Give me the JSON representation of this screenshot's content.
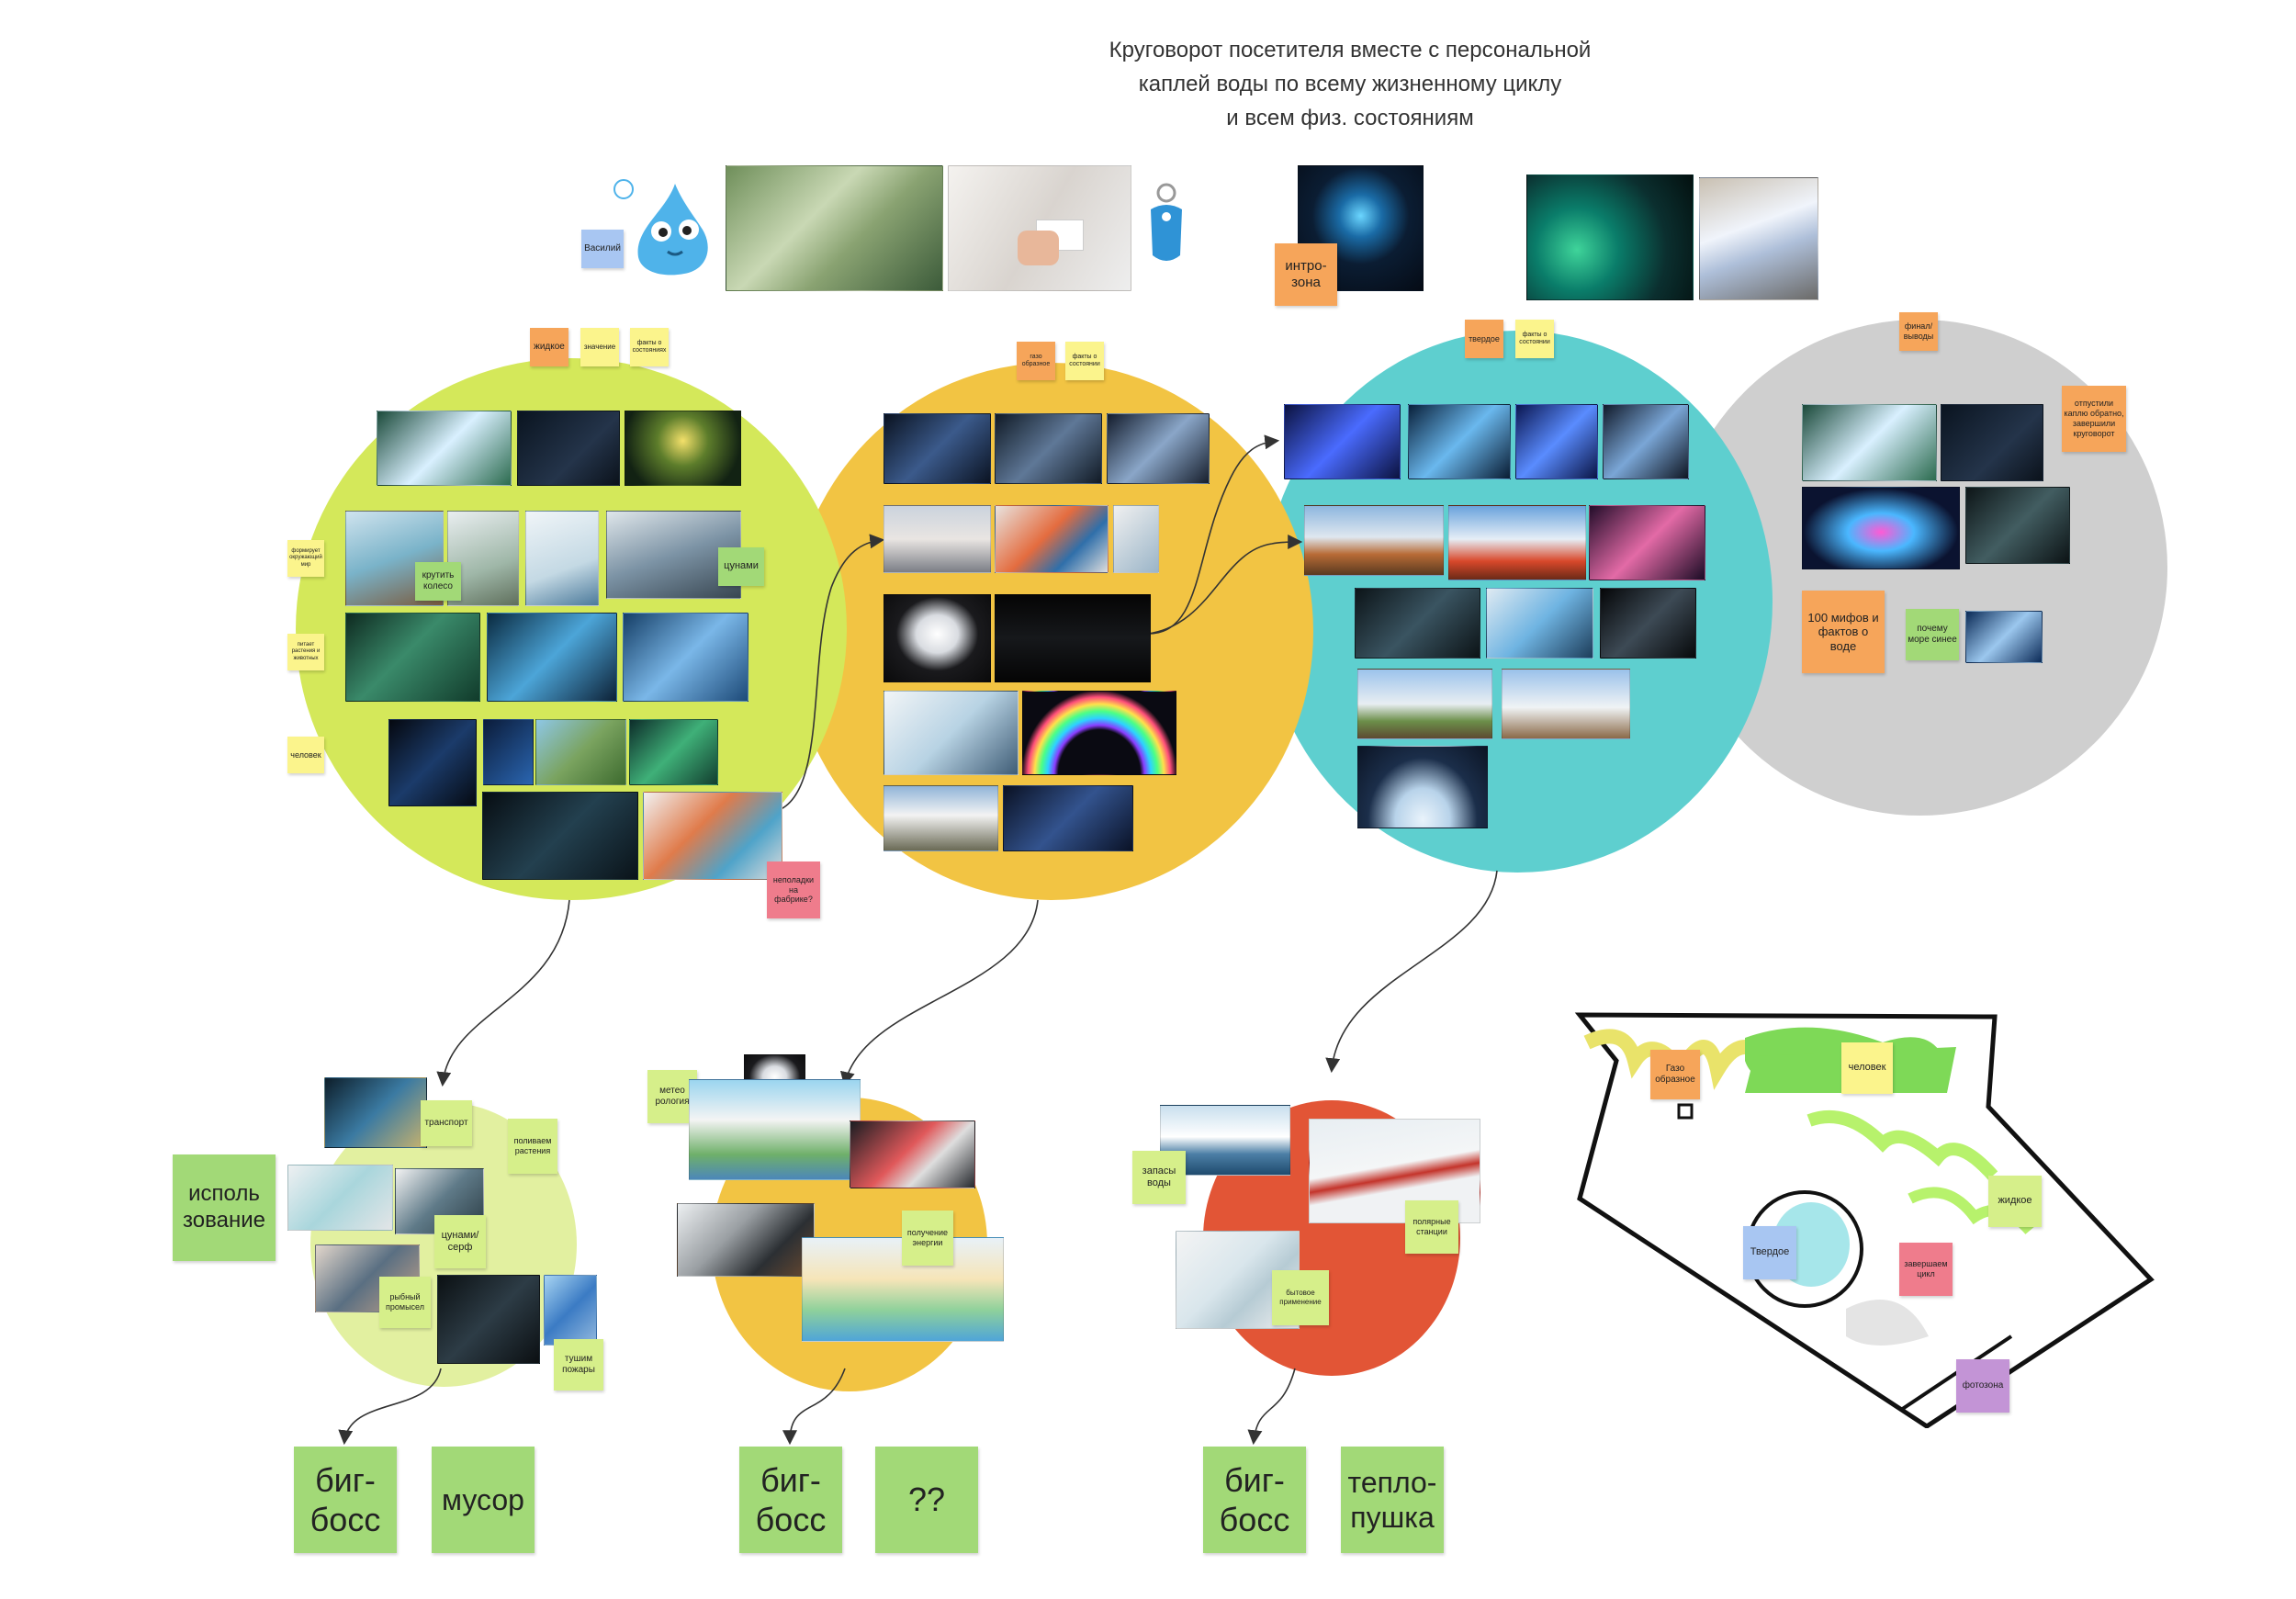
{
  "title_lines": [
    "Круговорот посетителя вместе с персональной",
    "каплей воды по всему жизненному циклу",
    "и всем физ. состояниям"
  ],
  "top_row": {
    "vasily": "Василий",
    "intro": "интро-\nзона"
  },
  "stage_liquid": {
    "tags": [
      "жидкое",
      "значение",
      "факты о состояниях"
    ],
    "side_notes": [
      "формирует окружающий мир",
      "питает растения и животных",
      "человек"
    ],
    "wheel": "крутить колесо",
    "tsunami": "цунами",
    "factory": "неполадки на фабрике?"
  },
  "stage_gas": {
    "tags": [
      "газо образное",
      "факты о состоянии"
    ]
  },
  "stage_solid": {
    "tags": [
      "твердое",
      "факты о состоянии"
    ]
  },
  "stage_final": {
    "tag": "финал/ выводы",
    "released": "отпустили каплю обратно, завершили круговорот",
    "myths": "100 мифов и фактов о воде",
    "why_blue": "почему море синее"
  },
  "sub_liquid": {
    "usage": "исполь\nзование",
    "transport": "транспорт",
    "watering": "поливаем растения",
    "surf": "цунами/ серф",
    "fishing": "рыбный промысел",
    "fires": "тушим пожары"
  },
  "sub_gas": {
    "meteo": "метео рология",
    "energy": "получение энергии"
  },
  "sub_solid": {
    "reserves": "запасы воды",
    "polar": "полярные станции",
    "household": "бытовое применение"
  },
  "bottom": {
    "boss1": "биг-\nбосс",
    "garbage": "мусор",
    "boss2": "биг-\nбосс",
    "question": "??",
    "boss3": "биг-\nбосс",
    "heatgun": "тепло-\nпушка"
  },
  "floorplan": {
    "gas": "Газо образное",
    "human": "человек",
    "liquid": "жидкое",
    "solid": "Твердое",
    "finish": "завершаем цикл",
    "photo": "фотозона"
  },
  "colors": {
    "liquid": "#d4e85a",
    "gas": "#f2c443",
    "solid": "#5ecfcf",
    "final": "#cfcfcf",
    "sub_liquid": "#e2f0a0",
    "sub_gas": "#f2c443",
    "sub_solid": "#e25536"
  }
}
